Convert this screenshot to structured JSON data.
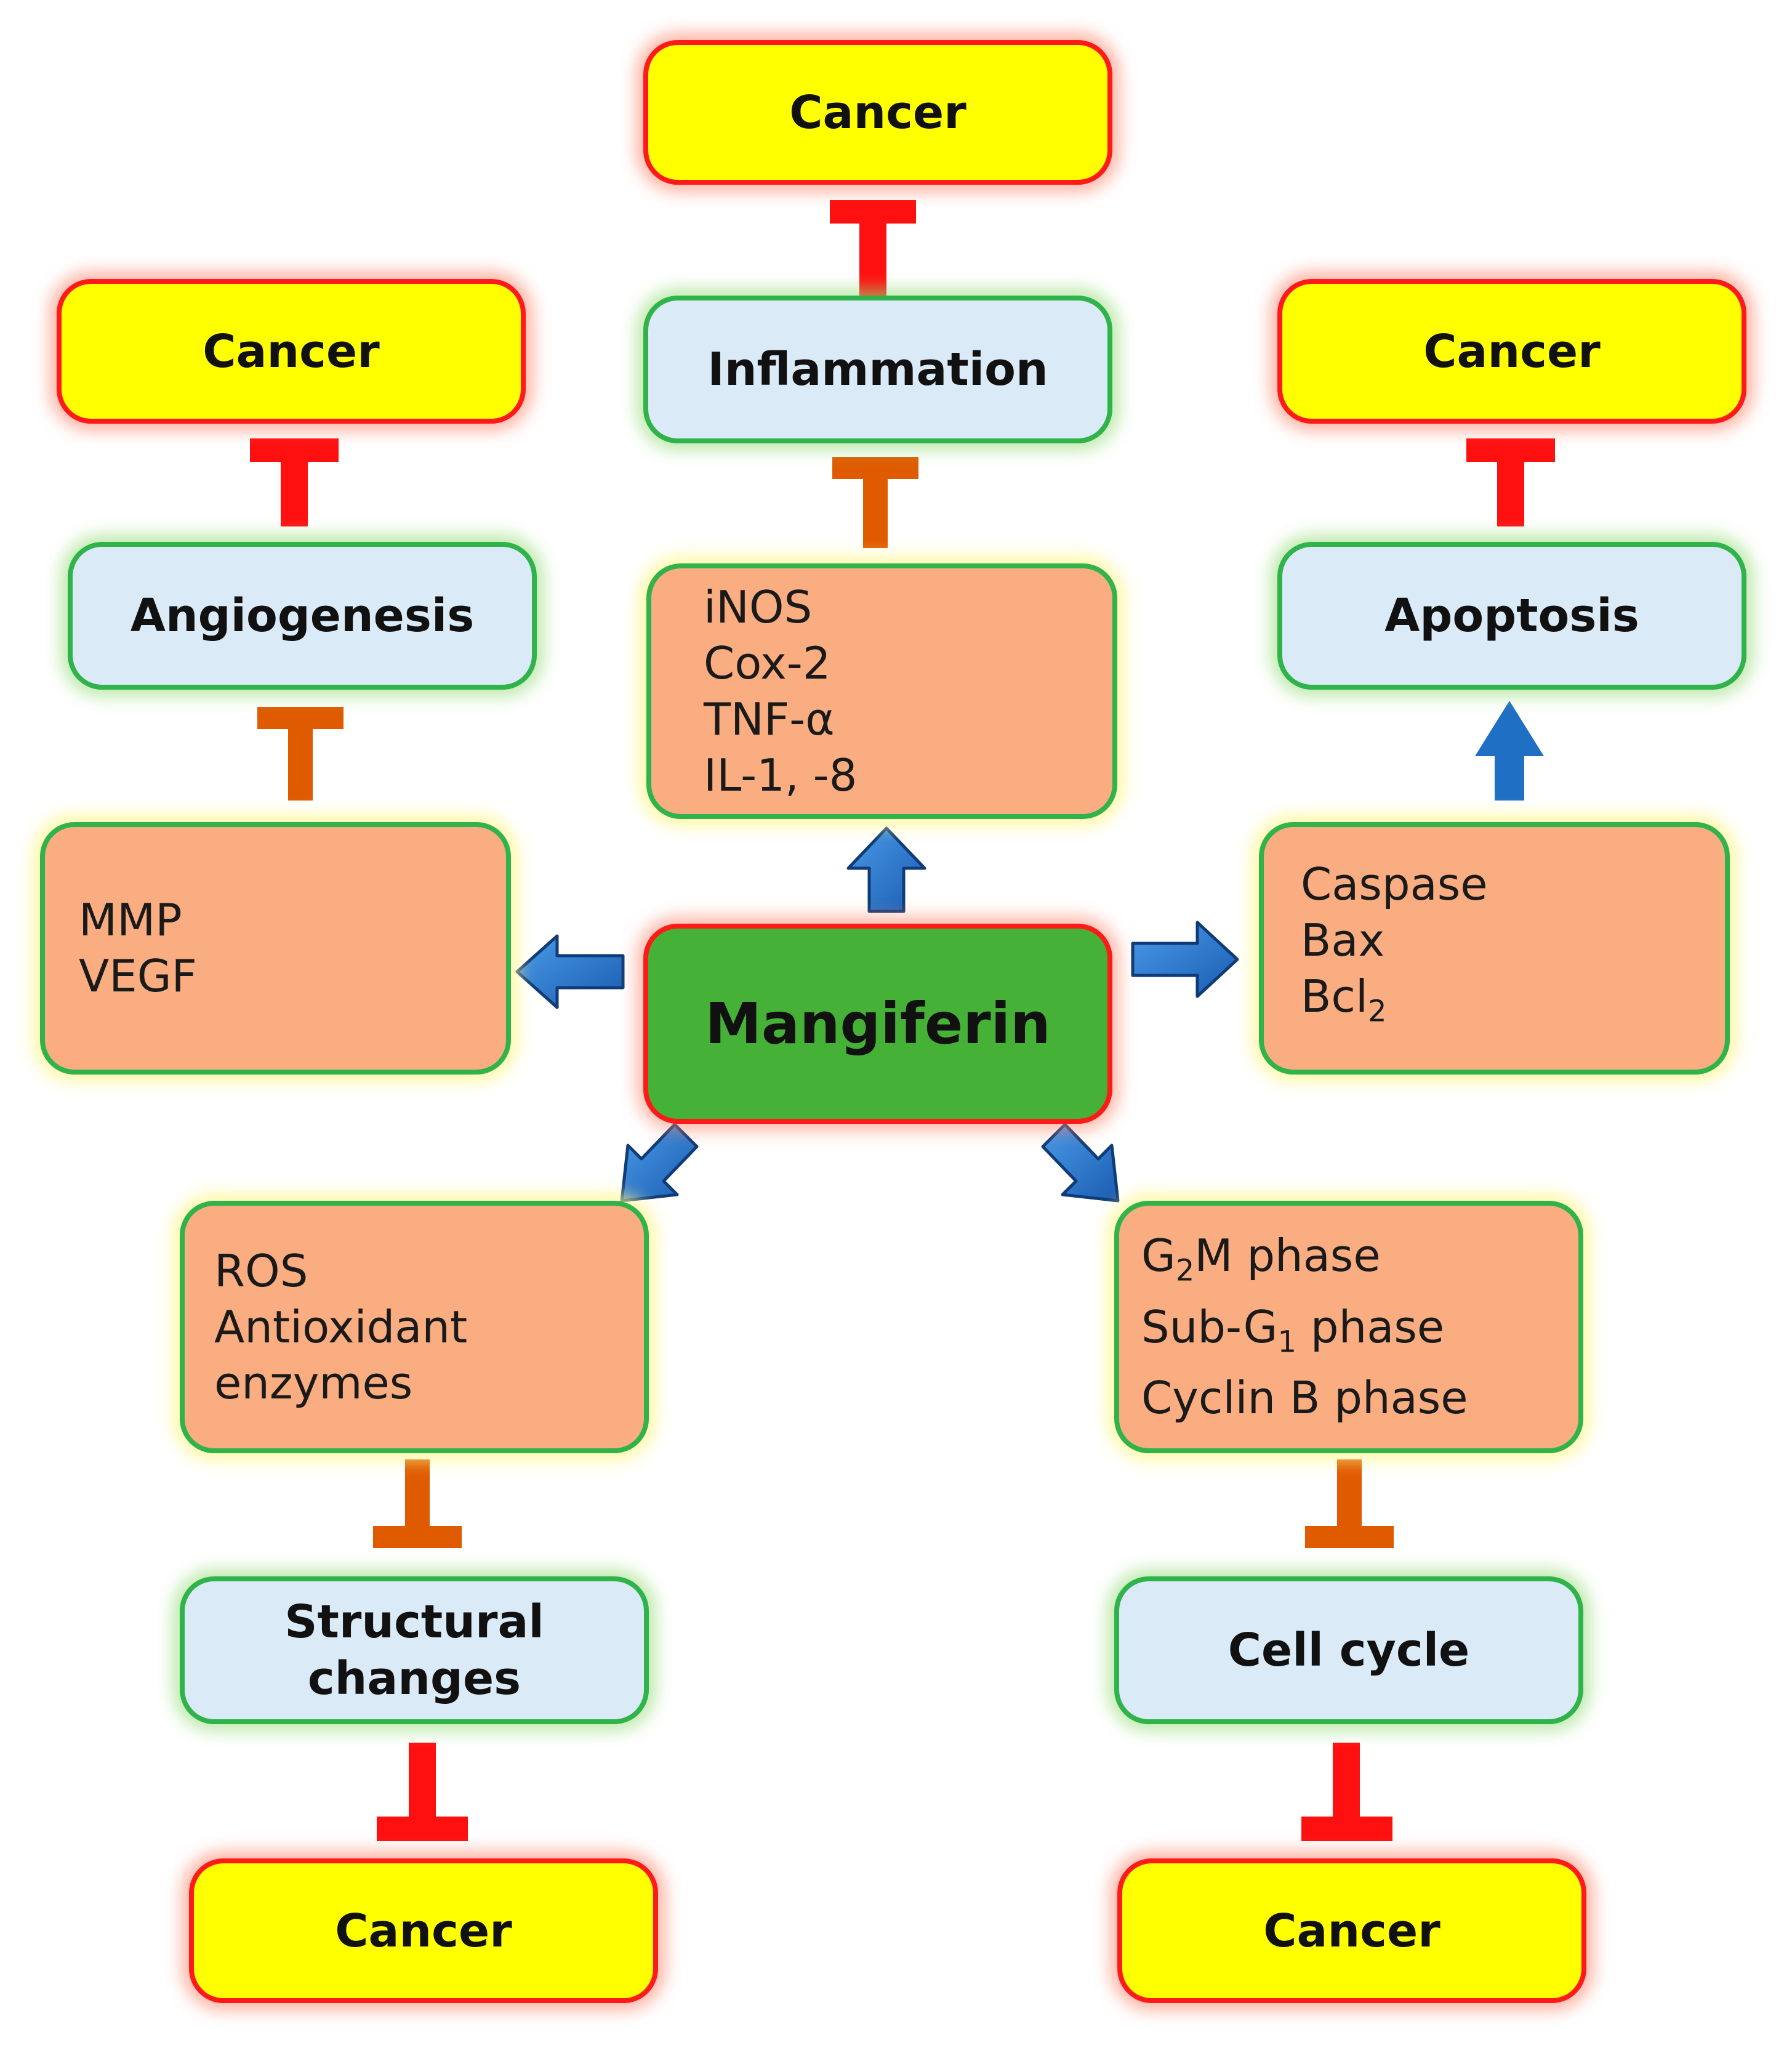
{
  "center": {
    "label": "Mangiferin"
  },
  "cancer_label": "Cancer",
  "branches": {
    "inflammation": {
      "process": "Inflammation",
      "markers": [
        "iNOS",
        "Cox-2",
        "TNF-α",
        "IL-1, -8"
      ]
    },
    "angiogenesis": {
      "process": "Angiogenesis",
      "markers": [
        "MMP",
        "VEGF"
      ]
    },
    "apoptosis": {
      "process": "Apoptosis",
      "markers": [
        "Caspase",
        "Bax"
      ],
      "bcl_base": "Bcl",
      "bcl_sub": "2"
    },
    "structural": {
      "process_line1": "Structural",
      "process_line2": "changes",
      "markers": [
        "ROS",
        "Antioxidant",
        "enzymes"
      ]
    },
    "cell_cycle": {
      "process": "Cell cycle",
      "g2m": {
        "pre": "G",
        "sub": "2",
        "post": "M phase"
      },
      "subg1": {
        "pre": "Sub-G",
        "sub": "1",
        "post": " phase"
      },
      "cyclin": "Cyclin B phase"
    }
  },
  "colors": {
    "cancer_fill": "#ffff00",
    "process_fill": "#dbeaf7",
    "marker_fill": "#f9ad80",
    "center_fill": "#45b136",
    "inhibit_red": "#ff1010",
    "inhibit_orange": "#e05a00",
    "activation_blue": "#1f6fc4",
    "updown_arrow": "#ff1010"
  }
}
